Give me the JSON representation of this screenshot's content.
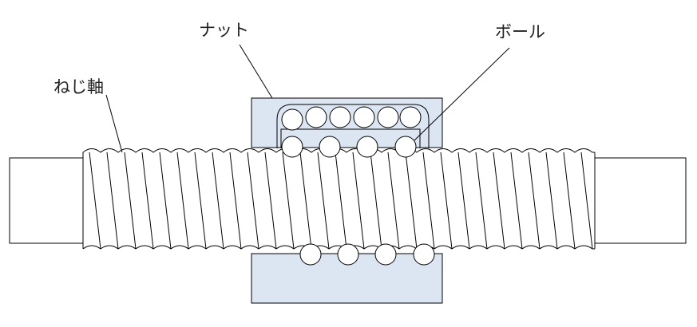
{
  "labels": {
    "nut": "ナット",
    "ball": "ボール",
    "screw_shaft": "ねじ軸"
  },
  "colors": {
    "nut_fill": "#dce6f2",
    "stroke": "#000000",
    "background": "#ffffff",
    "text": "#222222"
  },
  "icons": [
    "ball-icon",
    "screw-thread-icon"
  ]
}
